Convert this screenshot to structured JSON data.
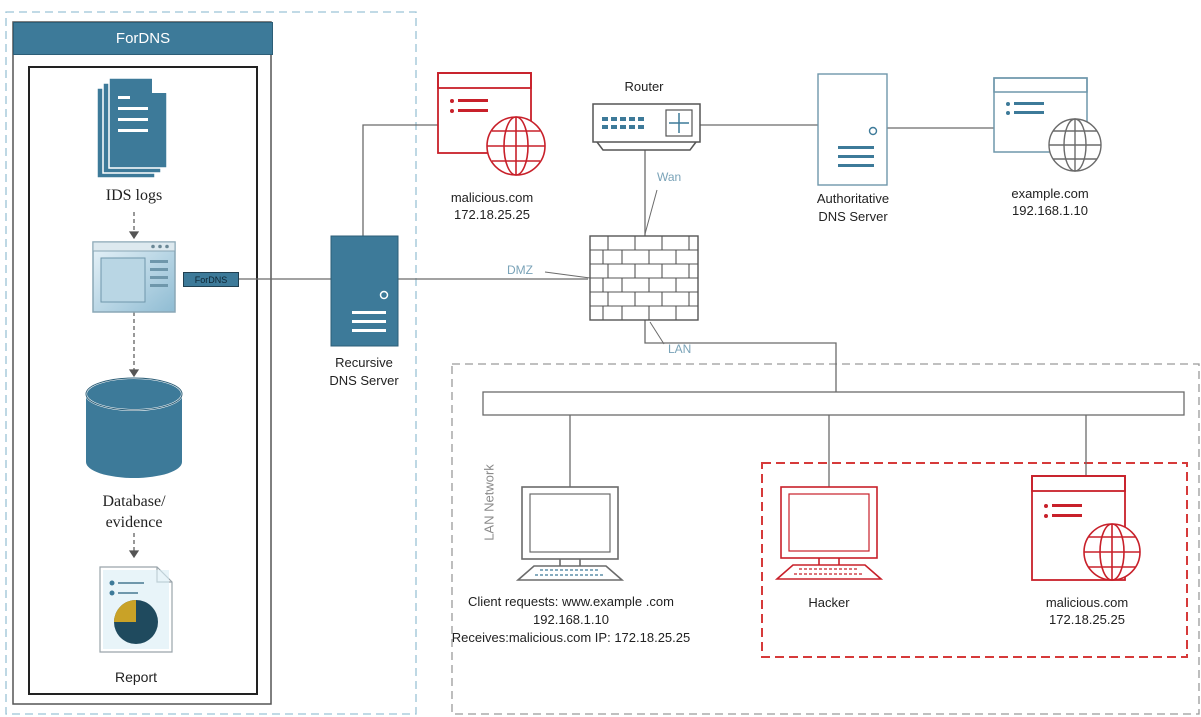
{
  "fordns_panel": {
    "title": "ForDNS",
    "connector_tag": "ForDNS",
    "ids_logs_label": "IDS logs",
    "database_label_line1": "Database/",
    "database_label_line2": "evidence",
    "report_label": "Report"
  },
  "recursive_dns": {
    "line1": "Recursive",
    "line2": "DNS Server"
  },
  "malicious_server_top": {
    "name": "malicious.com",
    "ip": "172.18.25.25"
  },
  "router": {
    "label": "Router"
  },
  "authoritative_dns": {
    "line1": "Authoritative",
    "line2": "DNS Server"
  },
  "example_server": {
    "name": "example.com",
    "ip": "192.168.1.10"
  },
  "links": {
    "wan": "Wan",
    "dmz": "DMZ",
    "lan": "LAN"
  },
  "lan_network": {
    "label": "LAN Network"
  },
  "client": {
    "line1": "Client requests: www.example .com",
    "line2": "192.168.1.10",
    "line3": "Receives:malicious.com IP: 172.18.25.25"
  },
  "hacker": {
    "label": "Hacker"
  },
  "malicious_server_lan": {
    "name": "malicious.com",
    "ip": "172.18.25.25"
  },
  "colors": {
    "teal": "#3d7a99",
    "light_teal": "#9cc4d6",
    "red": "#c8202a",
    "line": "#6b6b6b"
  },
  "icons": [
    "document-stack-icon",
    "window-app-icon",
    "database-icon",
    "report-icon",
    "server-icon",
    "router-icon",
    "firewall-icon",
    "web-server-icon",
    "globe-icon",
    "monitor-icon",
    "laptop-icon"
  ]
}
